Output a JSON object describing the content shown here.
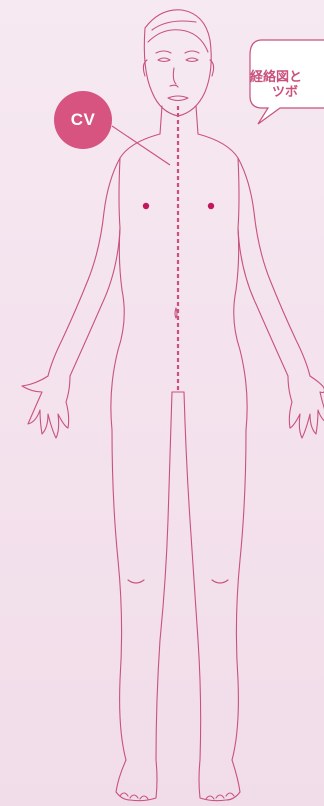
{
  "badge": {
    "label": "CV"
  },
  "bubble": {
    "line1": "経絡図と",
    "line2": "ツボ"
  },
  "colors": {
    "accent": "#d6547f",
    "outline": "#c8527c",
    "background": "#f4e3ee",
    "point": "#c2185b"
  },
  "figure": {
    "meridian": "CV",
    "meridian_style": "dashed"
  }
}
